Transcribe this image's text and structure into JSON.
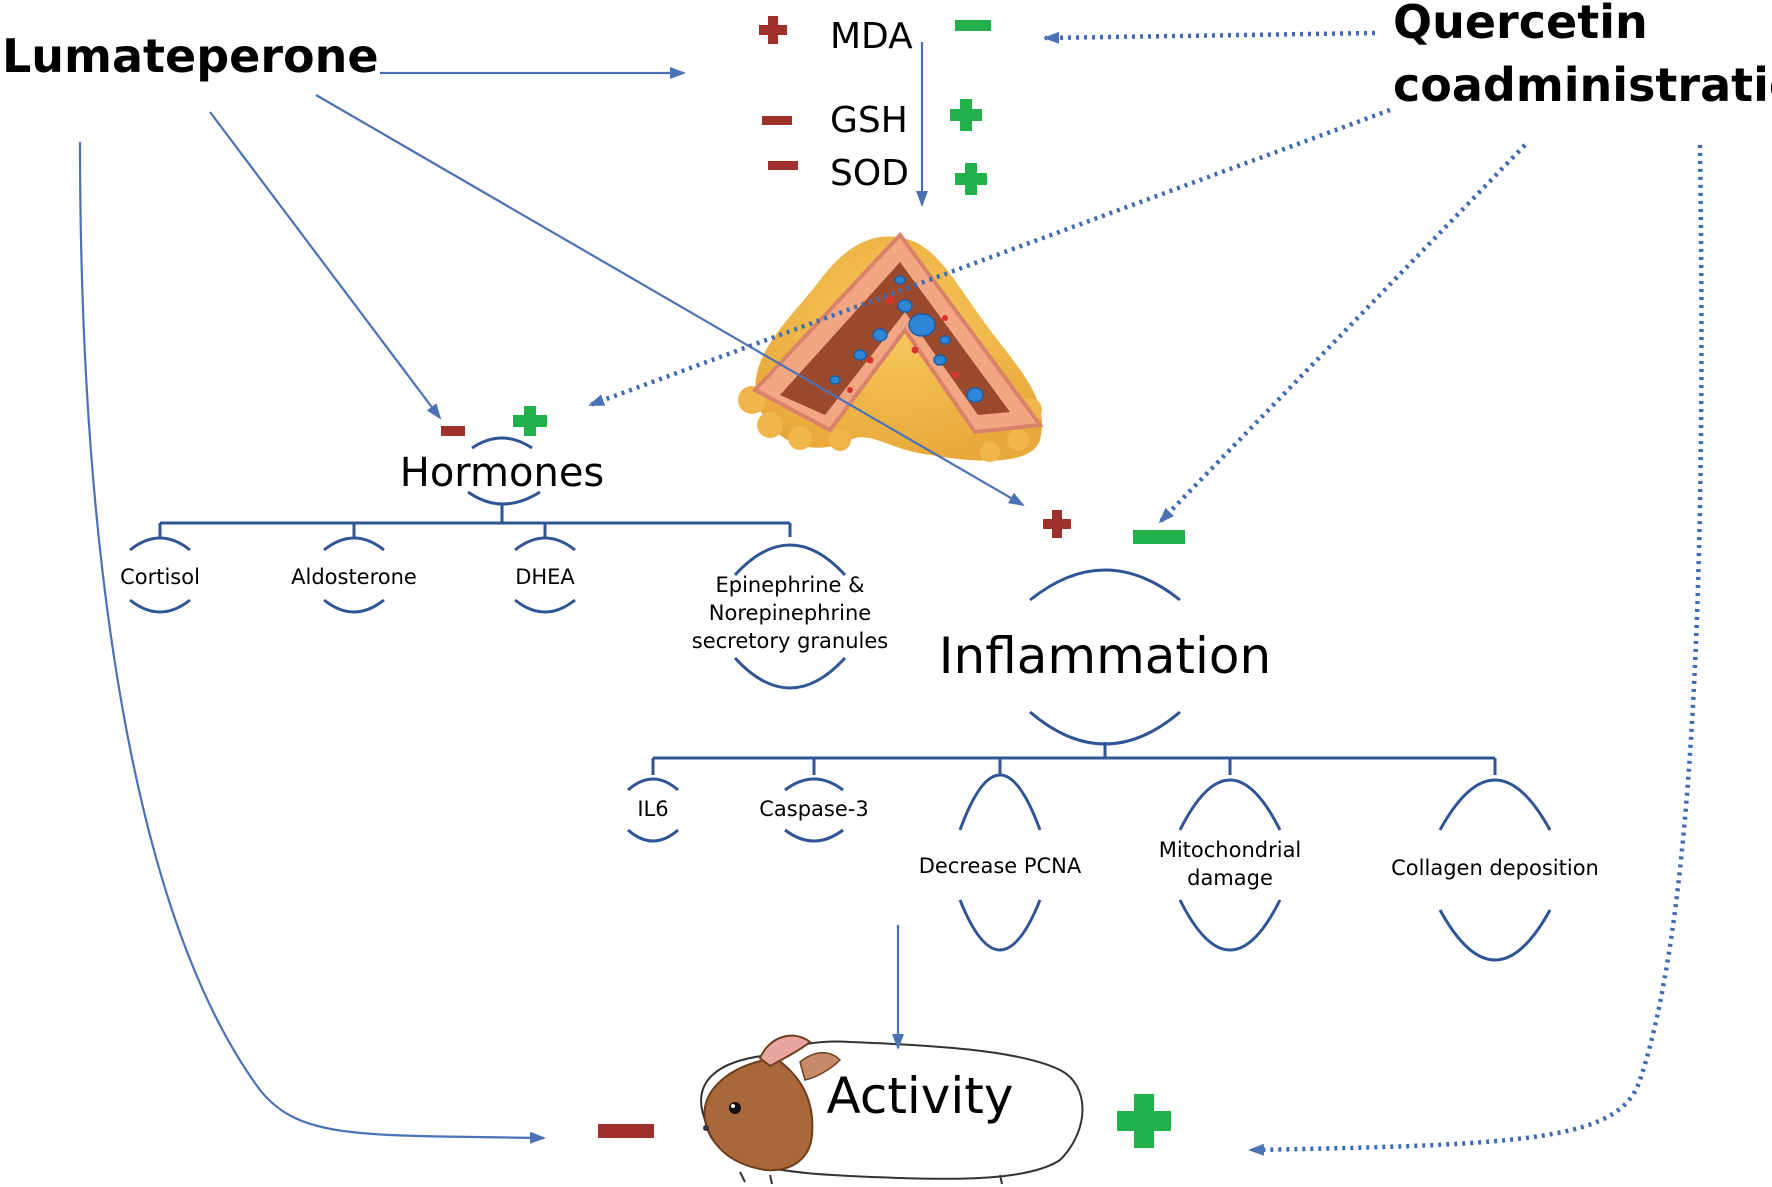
{
  "drugs": {
    "lumateperone": "Lumateperone",
    "quercetin_line1": "Quercetin",
    "quercetin_line2": "coadministration"
  },
  "oxidative_markers": [
    {
      "label": "MDA",
      "lumateperone_effect": "+",
      "quercetin_effect": "−"
    },
    {
      "label": "GSH",
      "lumateperone_effect": "−",
      "quercetin_effect": "+"
    },
    {
      "label": "SOD",
      "lumateperone_effect": "−",
      "quercetin_effect": "+"
    }
  ],
  "hormones": {
    "title": "Hormones",
    "children": [
      "Cortisol",
      "Aldosterone",
      "DHEA"
    ],
    "granules_lines": [
      "Epinephrine &",
      "Norepinephrine",
      "secretory granules"
    ]
  },
  "inflammation": {
    "title": "Inflammation",
    "children": [
      "IL6",
      "Caspase-3",
      "Decrease PCNA",
      "Collagen deposition"
    ],
    "mito_lines": [
      "Mitochondrial",
      "damage"
    ]
  },
  "activity": {
    "title": "Activity"
  },
  "colors": {
    "minus": "#a0302c",
    "plus": "#22b04b",
    "arrow": "#4a72b5"
  }
}
